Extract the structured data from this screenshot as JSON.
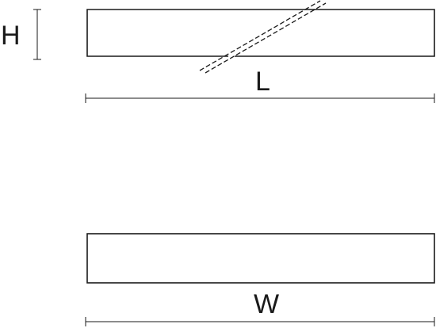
{
  "labels": {
    "height": "H",
    "length": "L",
    "width": "W"
  },
  "colors": {
    "stroke": "#1a1a1a",
    "background": "#ffffff"
  }
}
